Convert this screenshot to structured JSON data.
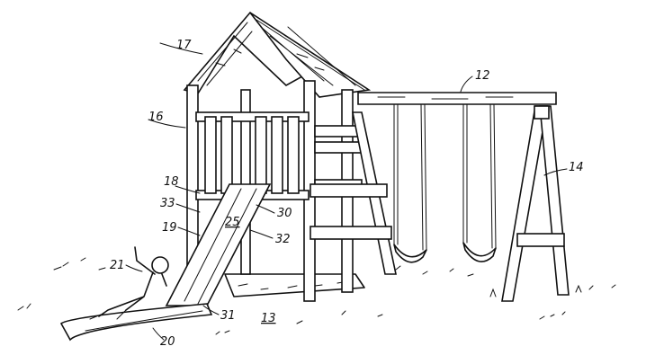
{
  "figure": {
    "labels": {
      "roof": "17",
      "beam": "12",
      "upper_deck": "16",
      "a_frame": "14",
      "post_left": "18",
      "slide_edge": "33",
      "slide_top": "30",
      "slide_body": "19",
      "slide_label_25": "25",
      "slide_side": "32",
      "child": "21",
      "slide_bottom_ref": "31",
      "ground": "13",
      "slide_exit": "20"
    }
  }
}
